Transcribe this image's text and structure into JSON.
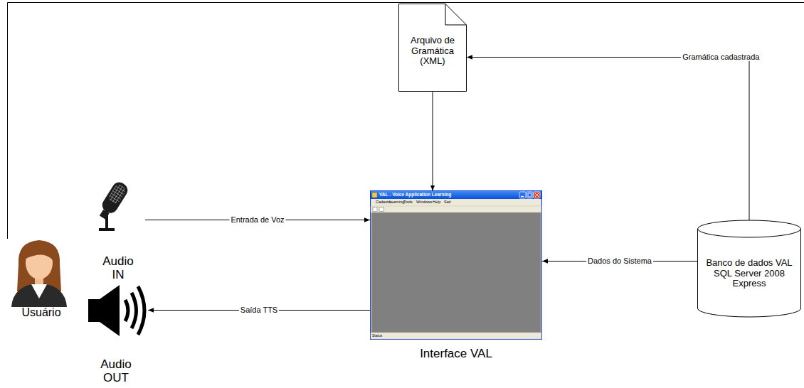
{
  "diagram": {
    "nodes": [
      {
        "text": [
          "Arquivo de Gramática (XML)"
        ]
      },
      {
        "text": [
          "Audio IN"
        ]
      },
      {
        "text": [
          "Interface VAL"
        ]
      },
      {
        "text": [
          "Banco de dados VAL SQL Server 2008 Express"
        ]
      },
      {
        "text": [
          "Usuário"
        ]
      },
      {
        "text": [
          "Audio OUT"
        ]
      }
    ],
    "edges": [
      {
        "from": 3,
        "to": 0,
        "arrow": "to",
        "label": "Gramática cadastrada"
      },
      {
        "from": 0,
        "to": 2,
        "arrow": "to"
      },
      {
        "from": 1,
        "to": 2,
        "arrow": "to",
        "label": "Entrada de Voz"
      },
      {
        "from": 3,
        "to": 2,
        "arrow": "to",
        "label": "Dados do Sistema"
      },
      {
        "from": 2,
        "to": 5,
        "arrow": "to",
        "label": "Saída TTS"
      }
    ],
    "labels": [
      "VAL - Voice Application Learning",
      "Cadastro",
      "Learning",
      "Tools",
      "Windows",
      "Help",
      "Sair",
      "Status"
    ]
  }
}
